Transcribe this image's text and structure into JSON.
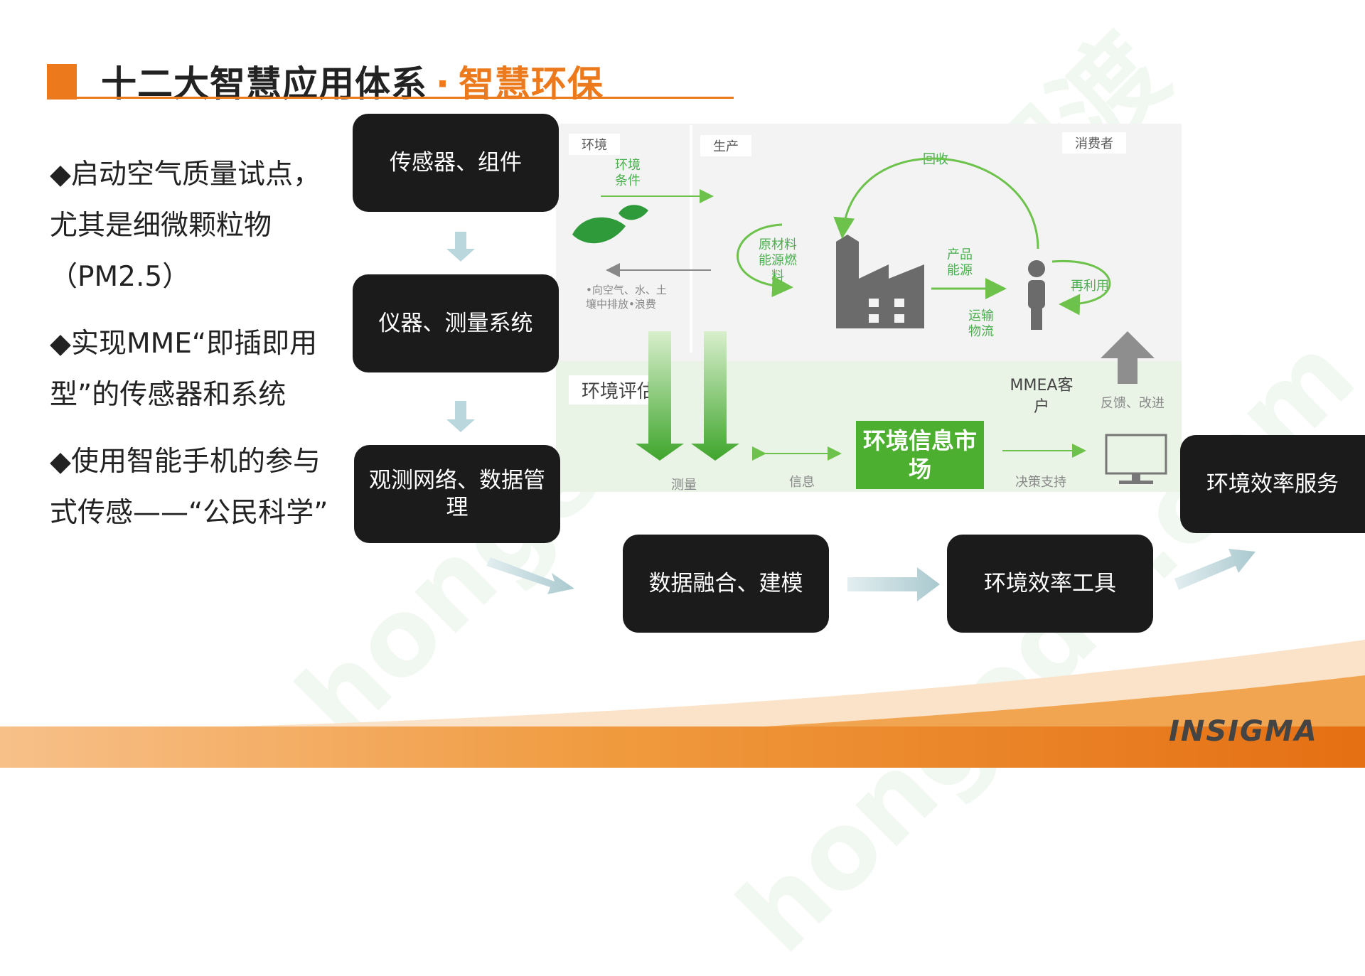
{
  "header": {
    "title_main": "十二大智慧应用体系",
    "title_sep": "·",
    "title_sub": "智慧环保"
  },
  "bullets": [
    "◆启动空气质量试点，尤其是细微颗粒物（PM2.5）",
    "◆实现MME“即插即用型”的传感器和系统",
    "◆使用智能手机的参与式传感——“公民科学”"
  ],
  "flow_boxes": {
    "sensors": "传感器、组件",
    "instruments": "仪器、测量系统",
    "network": "观测网络、数据管理",
    "fusion": "数据融合、建模",
    "tools": "环境效率工具",
    "service": "环境效率服务"
  },
  "diagram": {
    "section_env": "环境",
    "section_prod": "生产",
    "section_consumer": "消费者",
    "env_condition": "环境条件",
    "emissions": "•向空气、水、土壤中排放•浪费",
    "recycle": "回收",
    "raw_materials": "原材料能源燃料",
    "product_energy": "产品能源",
    "transport": "运输物流",
    "reuse": "再利用",
    "env_assessment": "环境评估",
    "mmea_client": "MMEA客户",
    "feedback": "反馈、改进",
    "measure": "测量",
    "info": "信息",
    "market": "环境信息市场",
    "decision": "决策支持"
  },
  "logo": "INSIGMA",
  "watermarks": [
    "hongedu.com",
    "河姆渡"
  ],
  "colors": {
    "accent": "#ec7a1c",
    "box": "#1b1b1b",
    "green": "#4caf2f"
  }
}
